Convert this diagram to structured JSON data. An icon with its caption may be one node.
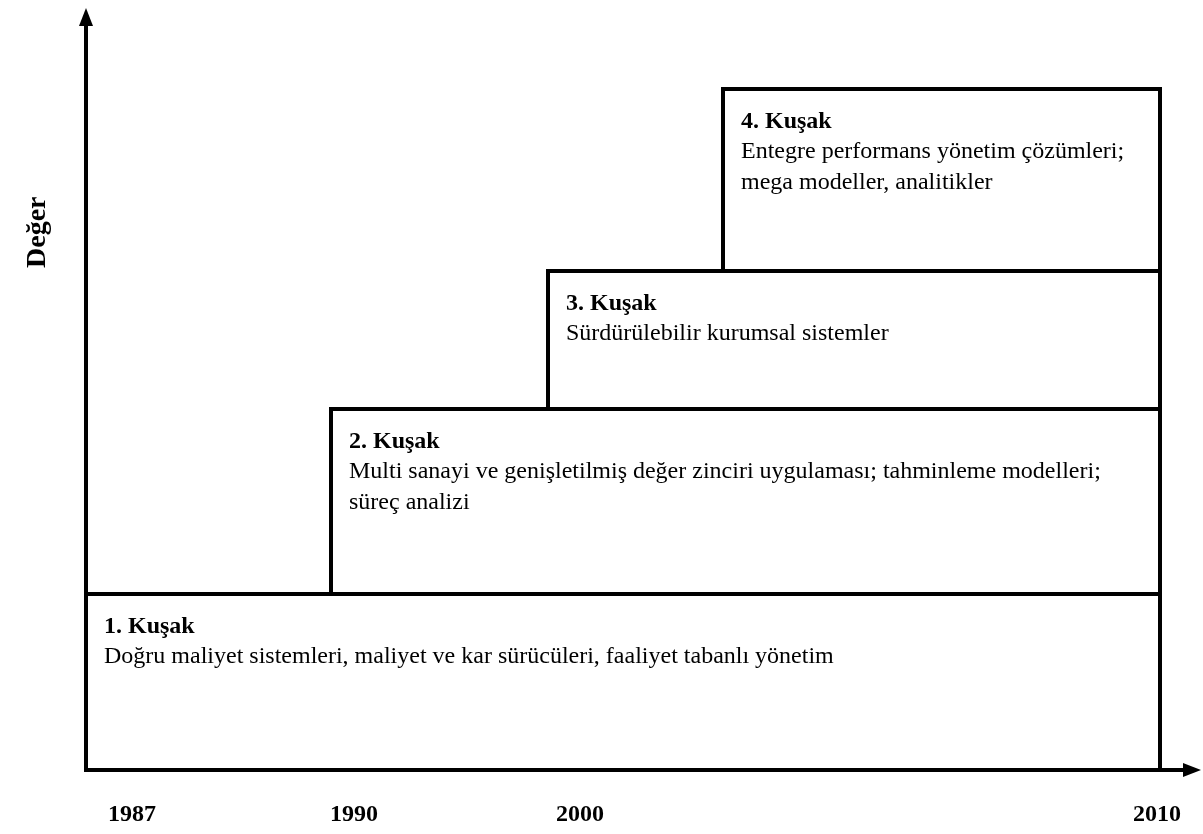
{
  "diagram": {
    "nodes": [
      {
        "text": [
          "1. Kuşak",
          "Doğru maliyet sistemleri, maliyet ve kar sürücüleri, faaliyet tabanlı yönetim"
        ]
      },
      {
        "text": [
          "2. Kuşak",
          "Multi sanayi ve genişletilmiş değer zinciri uygulaması; tahminleme modelleri; süreç analizi"
        ]
      },
      {
        "text": [
          "3. Kuşak",
          "Sürdürülebilir kurumsal sistemler"
        ]
      },
      {
        "text": [
          "4. Kuşak",
          "Entegre performans yönetim çözümleri; mega modeller, analitikler"
        ]
      }
    ],
    "labels": [
      "Değer",
      "1987",
      "1990",
      "2000",
      "2010"
    ]
  }
}
